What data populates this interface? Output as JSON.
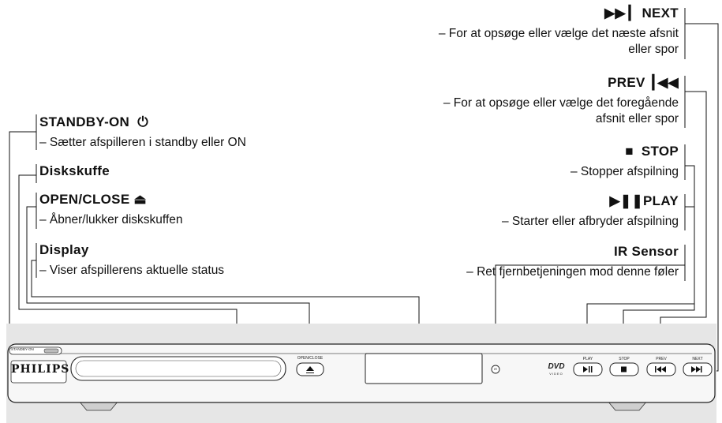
{
  "labels": {
    "next": {
      "title": "NEXT",
      "desc1": "– For at opsøge eller vælge det næste afsnit",
      "desc2": "eller spor"
    },
    "prev": {
      "title": "PREV",
      "desc1": "– For at opsøge eller vælge det foregående",
      "desc2": "afsnit eller spor"
    },
    "stop": {
      "title": "STOP",
      "desc1": "– Stopper afspilning"
    },
    "play": {
      "title": "PLAY",
      "desc1": "– Starter eller afbryder afspilning"
    },
    "ir": {
      "title": "IR Sensor",
      "desc1": "– Ret fjernbetjeningen mod denne føler"
    },
    "standby": {
      "title": "STANDBY-ON",
      "desc1": "–  Sætter afspilleren i standby eller ON"
    },
    "tray": {
      "title": "Diskskuffe"
    },
    "openclose": {
      "title": "OPEN/CLOSE",
      "desc1": "–  Åbner/lukker diskskuffen"
    },
    "display": {
      "title": "Display",
      "desc1": "–  Viser afspillerens aktuelle status"
    }
  },
  "device": {
    "brand": "PHILIPS",
    "standby_label": "STANDBY-ON",
    "openclose_label": "OPEN/CLOSE",
    "play_label": "PLAY",
    "stop_label": "STOP",
    "prev_label": "PREV",
    "next_label": "NEXT",
    "dvd_logo": "DVD",
    "dvd_sub": "VIDEO",
    "ir_mark": "IR"
  },
  "icons": {
    "next": "next-track-icon",
    "prev": "previous-track-icon",
    "stop": "stop-square-icon",
    "play": "play-pause-icon",
    "eject": "eject-icon",
    "power": "power-icon"
  },
  "colors": {
    "background_band": "#e6e6e6",
    "device_body": "#f4f4f4",
    "line": "#111111"
  }
}
